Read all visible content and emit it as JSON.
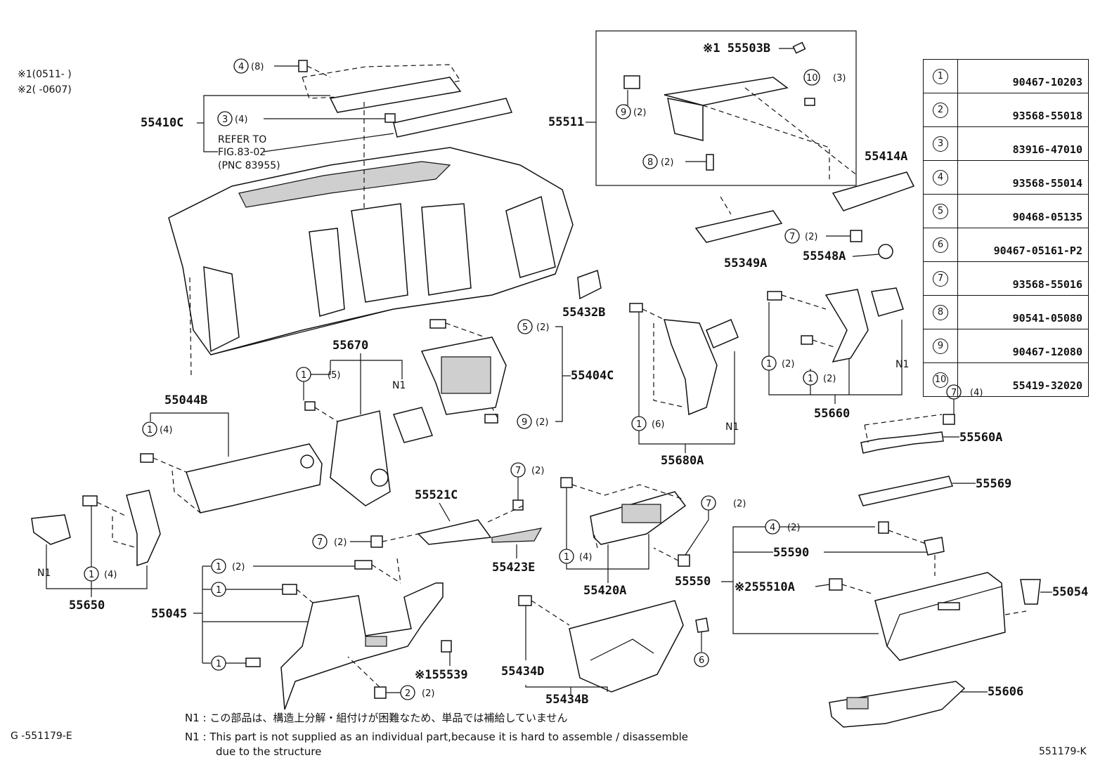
{
  "applicability": [
    "※1(0511-      )",
    "※2(      -0607)"
  ],
  "fig_code": "G -551179-E",
  "fig_code_right": "551179-K",
  "refer_to": [
    "REFER TO",
    "FIG.83-02",
    "(PNC 83955)"
  ],
  "notes": {
    "jp": "N1 : この部品は、構造上分解・組付けが困難なため、単品では補給していません",
    "en1": "N1 : This part is not supplied as an individual part,because it is hard to assemble / disassemble",
    "en2": "due to the structure"
  },
  "parts_table": [
    {
      "ref": "1",
      "number": "90467-10203"
    },
    {
      "ref": "2",
      "number": "93568-55018"
    },
    {
      "ref": "3",
      "number": "83916-47010"
    },
    {
      "ref": "4",
      "number": "93568-55014"
    },
    {
      "ref": "5",
      "number": "90468-05135"
    },
    {
      "ref": "6",
      "number": "90467-05161-P2"
    },
    {
      "ref": "7",
      "number": "93568-55016"
    },
    {
      "ref": "8",
      "number": "90541-05080"
    },
    {
      "ref": "9",
      "number": "90467-12080"
    },
    {
      "ref": "10",
      "number": "55419-32020"
    }
  ],
  "labels": {
    "p55410C": "55410C",
    "p55511": "55511",
    "p55503B": "※1 55503B",
    "p55414A": "55414A",
    "p55349A": "55349A",
    "p55548A": "55548A",
    "p55432B": "55432B",
    "p55670": "55670",
    "p55404C": "55404C",
    "p55044B": "55044B",
    "p55680A": "55680A",
    "p55660": "55660",
    "p55560A": "55560A",
    "p55569": "55569",
    "p55521C": "55521C",
    "p55423E": "55423E",
    "p55420A": "55420A",
    "p55550": "55550",
    "p55590": "55590",
    "p55510A": "※255510A",
    "p55054": "55054",
    "p55650": "55650",
    "p55045": "55045",
    "p55539": "※155539",
    "p55434D": "55434D",
    "p55434B": "55434B",
    "p55606": "55606",
    "n1a": "N1",
    "n1b": "N1",
    "n1c": "N1",
    "n1d": "N1"
  },
  "callouts": [
    {
      "ref": "4",
      "qty": "(8)"
    },
    {
      "ref": "3",
      "qty": "(4)"
    },
    {
      "ref": "9",
      "qty": "(2)"
    },
    {
      "ref": "8",
      "qty": "(2)"
    },
    {
      "ref": "10",
      "qty": "(3)"
    },
    {
      "ref": "7",
      "qty": "(2)"
    },
    {
      "ref": "5",
      "qty": "(2)"
    },
    {
      "ref": "9",
      "qty": "(2)"
    },
    {
      "ref": "1",
      "qty": "(5)"
    },
    {
      "ref": "1",
      "qty": "(4)"
    },
    {
      "ref": "1",
      "qty": "(6)"
    },
    {
      "ref": "1",
      "qty": "(2)"
    },
    {
      "ref": "1",
      "qty": "(2)"
    },
    {
      "ref": "7",
      "qty": "(4)"
    },
    {
      "ref": "7",
      "qty": "(2)"
    },
    {
      "ref": "7",
      "qty": "(2)"
    },
    {
      "ref": "7",
      "qty": "(2)"
    },
    {
      "ref": "1",
      "qty": "(4)"
    },
    {
      "ref": "4",
      "qty": "(2)"
    },
    {
      "ref": "1",
      "qty": "(4)"
    },
    {
      "ref": "1",
      "qty": "(2)"
    },
    {
      "ref": "1",
      "qty": ""
    },
    {
      "ref": "1",
      "qty": ""
    },
    {
      "ref": "2",
      "qty": "(2)"
    },
    {
      "ref": "6",
      "qty": ""
    }
  ]
}
